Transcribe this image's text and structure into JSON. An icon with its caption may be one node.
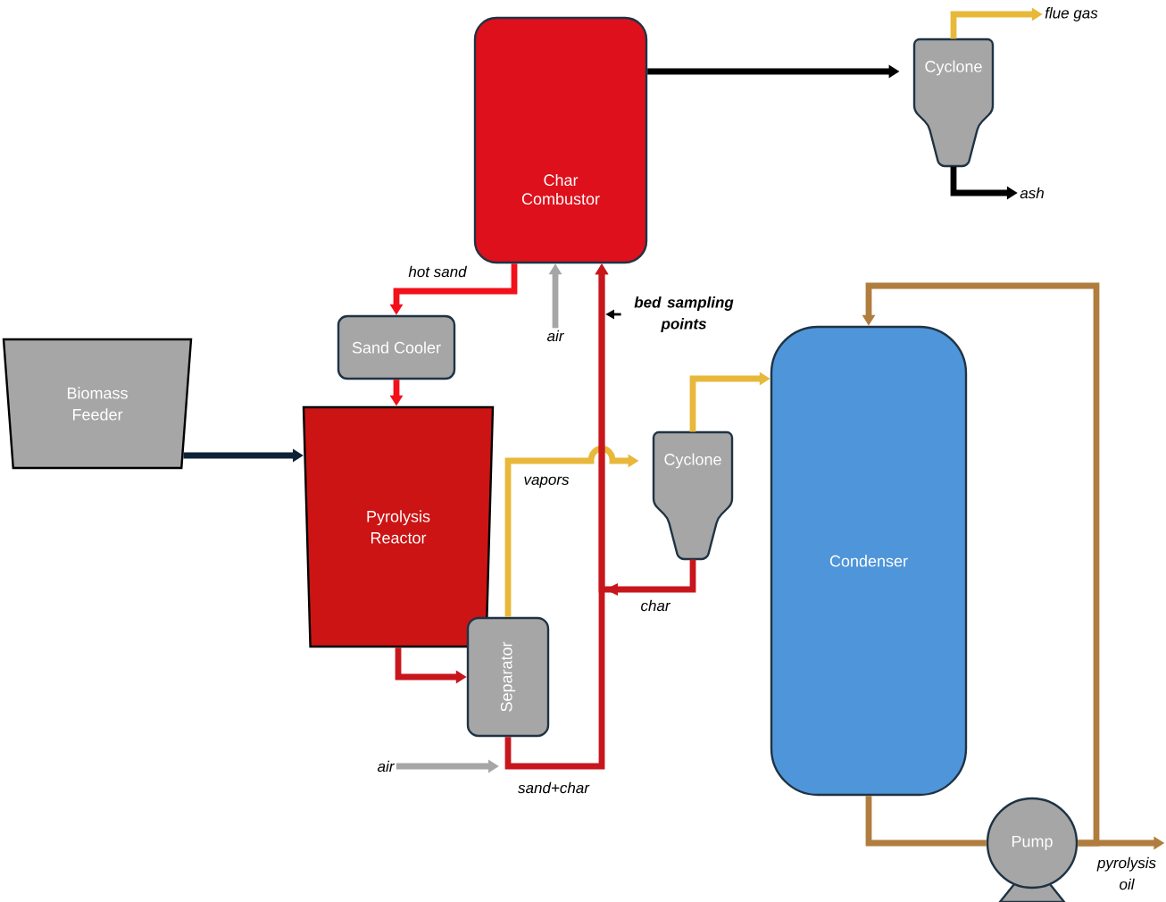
{
  "diagram": {
    "nodes": [
      {
        "text": [
          "Char Combustor"
        ]
      },
      {
        "text": [
          "Cyclone"
        ]
      },
      {
        "text": [
          "Sand Cooler"
        ]
      },
      {
        "text": [
          "Biomass Feeder"
        ]
      },
      {
        "text": [
          "Pyrolysis Reactor"
        ]
      },
      {
        "text": [
          "Cyclone"
        ]
      },
      {
        "text": [
          "Condenser"
        ]
      },
      {
        "text": [
          "Separator"
        ]
      },
      {
        "text": [
          "Pump"
        ]
      },
      {
        "text": [
          "flue gas"
        ]
      },
      {
        "text": [
          "ash"
        ]
      },
      {
        "text": [
          "air"
        ]
      },
      {
        "text": [
          "bed sampling points"
        ]
      },
      {
        "text": [
          "air"
        ]
      },
      {
        "text": [
          "pyrolysis oil"
        ]
      }
    ],
    "edges": [
      {
        "from": 0,
        "to": 1,
        "arrow": "to",
        "color": "#000000"
      },
      {
        "from": 1,
        "to": 9,
        "arrow": "to",
        "color": "#e8b83a"
      },
      {
        "from": 1,
        "to": 10,
        "arrow": "to",
        "color": "#000000"
      },
      {
        "from": 0,
        "to": 2,
        "arrow": "to",
        "color": "#f2101a",
        "label": "hot sand"
      },
      {
        "from": 11,
        "to": 0,
        "arrow": "to",
        "color": "#a6a6a6"
      },
      {
        "from": 2,
        "to": 4,
        "arrow": "to",
        "color": "#f2101a"
      },
      {
        "from": 3,
        "to": 4,
        "arrow": "to",
        "color": "#0d2236"
      },
      {
        "from": 4,
        "to": 7,
        "arrow": "to",
        "color": "#c8161d"
      },
      {
        "from": 7,
        "to": 5,
        "arrow": "to",
        "color": "#e8b83a",
        "label": "vapors"
      },
      {
        "from": 5,
        "to": 6,
        "arrow": "to",
        "color": "#e8b83a"
      },
      {
        "from": 5,
        "to": 0,
        "arrow": "to",
        "color": "#c8161d",
        "label": "char"
      },
      {
        "from": 7,
        "to": 0,
        "arrow": "to",
        "color": "#c8161d",
        "label": "sand+char"
      },
      {
        "from": 13,
        "to": 7,
        "arrow": "to",
        "color": "#a6a6a6"
      },
      {
        "from": 12,
        "to": null,
        "arrow": "to",
        "color": "#000000"
      },
      {
        "from": 6,
        "to": 8,
        "arrow": "none",
        "color": "#b07d3e"
      },
      {
        "from": 8,
        "to": 6,
        "arrow": "to",
        "color": "#b07d3e"
      },
      {
        "from": 8,
        "to": 14,
        "arrow": "to",
        "color": "#b07d3e"
      }
    ]
  }
}
